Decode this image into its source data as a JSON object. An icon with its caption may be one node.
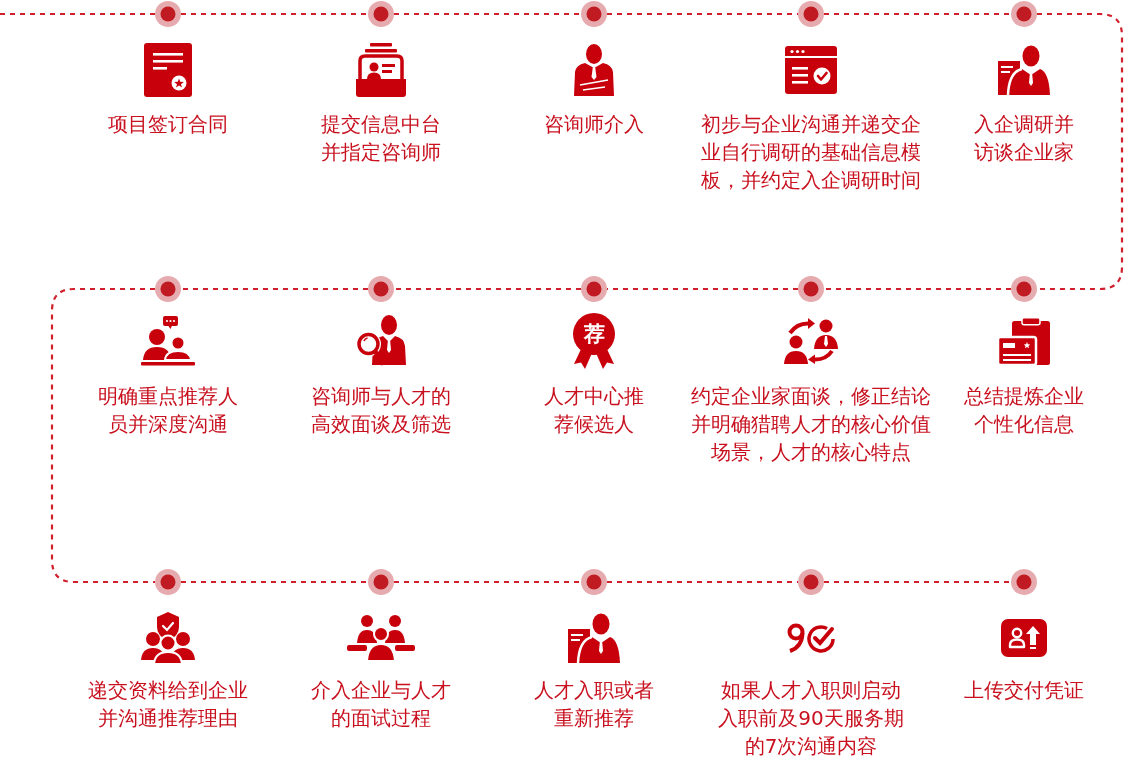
{
  "diagram": {
    "nodes": [
      {
        "text": [],
        "shape": "circle"
      },
      {
        "text": [],
        "shape": "circle"
      },
      {
        "text": [],
        "shape": "circle"
      },
      {
        "text": [],
        "shape": "circle"
      },
      {
        "text": [],
        "shape": "circle"
      },
      {
        "text": [],
        "shape": "circle"
      },
      {
        "text": [],
        "shape": "circle"
      },
      {
        "text": [],
        "shape": "circle"
      },
      {
        "text": [],
        "shape": "circle"
      },
      {
        "text": [],
        "shape": "circle"
      },
      {
        "text": [],
        "shape": "circle"
      },
      {
        "text": [],
        "shape": "circle"
      },
      {
        "text": [],
        "shape": "circle"
      },
      {
        "text": [],
        "shape": "circle"
      },
      {
        "text": [],
        "shape": "circle"
      }
    ],
    "edges": [
      {
        "from": null,
        "to": 0,
        "arrow": "none",
        "style": "dashed"
      },
      {
        "from": 0,
        "to": 1,
        "arrow": "none",
        "style": "dashed"
      },
      {
        "from": 1,
        "to": 2,
        "arrow": "none",
        "style": "dashed"
      },
      {
        "from": 2,
        "to": 3,
        "arrow": "none",
        "style": "dashed"
      },
      {
        "from": 3,
        "to": 4,
        "arrow": "none",
        "style": "dashed"
      },
      {
        "from": 4,
        "to": 5,
        "arrow": "none",
        "style": "dashed"
      },
      {
        "from": 5,
        "to": 6,
        "arrow": "none",
        "style": "dashed"
      },
      {
        "from": 6,
        "to": 7,
        "arrow": "none",
        "style": "dashed"
      },
      {
        "from": 7,
        "to": 8,
        "arrow": "none",
        "style": "dashed"
      },
      {
        "from": 8,
        "to": 9,
        "arrow": "none",
        "style": "dashed"
      },
      {
        "from": 9,
        "to": 10,
        "arrow": "none",
        "style": "dashed"
      },
      {
        "from": 10,
        "to": 11,
        "arrow": "none",
        "style": "dashed"
      },
      {
        "from": 11,
        "to": 12,
        "arrow": "none",
        "style": "dashed"
      },
      {
        "from": 12,
        "to": 13,
        "arrow": "none",
        "style": "dashed"
      },
      {
        "from": 13,
        "to": 14,
        "arrow": "none",
        "style": "dashed"
      }
    ],
    "labels": [
      "项目签订合同",
      "提交信息中台并指定咨询师",
      "咨询师介入",
      "初步与企业沟通并递交企业自行调研的基础信息模板，并约定入企调研时间",
      "入企调研并访谈企业家",
      "总结提炼企业个性化信息",
      "约定企业家面谈，修正结论并明确猎聘人才的核心价值场景，人才的核心特点",
      "荐",
      "人才中心推荐候选人",
      "咨询师与人才的高效面谈及筛选",
      "明确重点推荐人员并深度沟通",
      "递交资料给到企业并沟通推荐理由",
      "介入企业与人才的面试过程",
      "人才入职或者重新推荐",
      "如果人才入职则启动入职前及90天服务期的7次沟通内容",
      "上传交付凭证"
    ]
  }
}
